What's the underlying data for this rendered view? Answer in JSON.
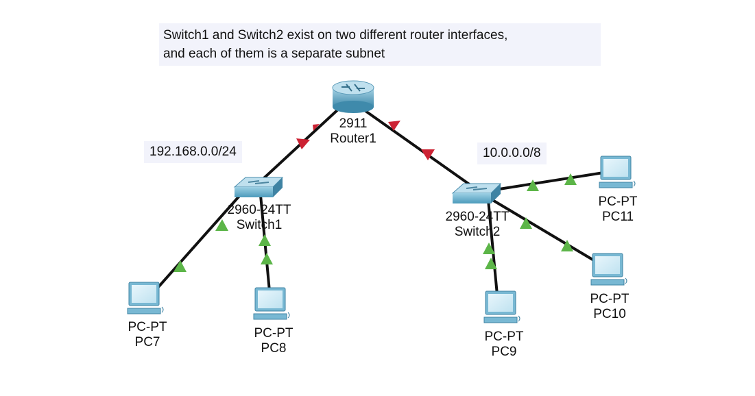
{
  "note": {
    "line1": "Switch1 and Switch2 exist on two different router interfaces,",
    "line2": "and each of them is a separate subnet"
  },
  "subnets": {
    "left": "192.168.0.0/24",
    "right": "10.0.0.0/8"
  },
  "devices": {
    "router1": {
      "model": "2911",
      "name": "Router1"
    },
    "switch1": {
      "model": "2960-24TT",
      "name": "Switch1"
    },
    "switch2": {
      "model": "2960-24TT",
      "name": "Switch2"
    },
    "pc7": {
      "model": "PC-PT",
      "name": "PC7"
    },
    "pc8": {
      "model": "PC-PT",
      "name": "PC8"
    },
    "pc9": {
      "model": "PC-PT",
      "name": "PC9"
    },
    "pc10": {
      "model": "PC-PT",
      "name": "PC10"
    },
    "pc11": {
      "model": "PC-PT",
      "name": "PC11"
    }
  },
  "links": [
    {
      "from": "router1",
      "to": "switch1",
      "status": "down"
    },
    {
      "from": "router1",
      "to": "switch2",
      "status": "down"
    },
    {
      "from": "switch1",
      "to": "pc7",
      "status": "up"
    },
    {
      "from": "switch1",
      "to": "pc8",
      "status": "up"
    },
    {
      "from": "switch2",
      "to": "pc9",
      "status": "up"
    },
    {
      "from": "switch2",
      "to": "pc10",
      "status": "up"
    },
    {
      "from": "switch2",
      "to": "pc11",
      "status": "up"
    }
  ],
  "colors": {
    "link": "#111111",
    "up": "#5cb548",
    "down": "#cc2233",
    "device": "#5fa8c8",
    "note_bg": "#f2f3fb"
  }
}
